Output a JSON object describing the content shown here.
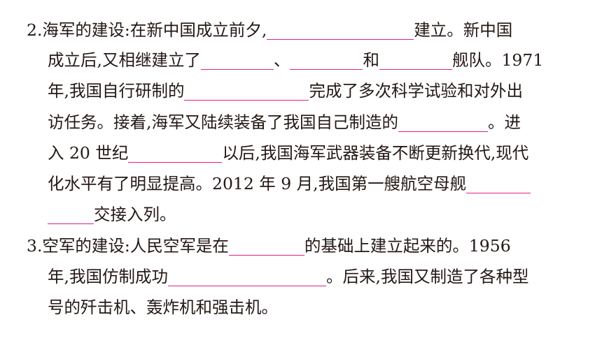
{
  "q2": {
    "number": "2.",
    "head": "海军的建设:在新中国成立前夕,",
    "t1": "建立。新中国",
    "t2": "成立后,又相继建立了",
    "t3": "、",
    "t4": "和",
    "t5": "舰队。1971",
    "t6": "年,我国自行研制的",
    "t7": "完成了多次科学试验和对外出",
    "t8": "访任务。接着,海军又陆续装备了我国自己制造的",
    "t9": "。进",
    "t10": "入 20 世纪",
    "t11": "以后,我国海军武器装备不断更新换代,现代",
    "t12": "化水平有了明显提高。2012 年 9 月,我国第一艘航空母舰",
    "t13": "交接入列。"
  },
  "q3": {
    "number": "3.",
    "head": "空军的建设:人民空军是在",
    "t1": "的基础上建立起来的。1956",
    "t2": "年,我国仿制成功",
    "t3": "。后来,我国又制造了各种型",
    "t4": "号的歼击机、轰炸机和强击机。"
  },
  "colors": {
    "text": "#231815",
    "blank_line": "#e0208a"
  }
}
